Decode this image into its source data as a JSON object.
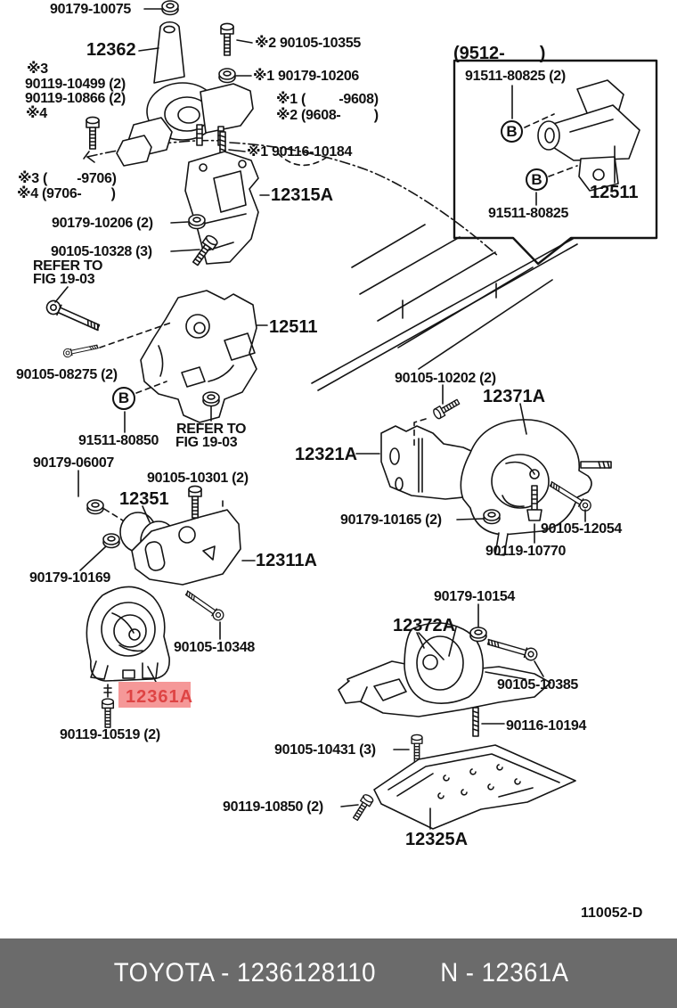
{
  "diagram": {
    "figure_code": "110052-D",
    "marker_b": "B",
    "colors": {
      "line": "#141414",
      "highlight_bg": "#F59898",
      "highlight_text": "#DE4444",
      "footer_bg": "#6B6B6B",
      "footer_text": "#FFFFFF"
    },
    "labels": [
      "90179-10075",
      "12362",
      "※3",
      "90119-10499 (2)",
      "90119-10866 (2)",
      "※4",
      "※2 90105-10355",
      "※1 90179-10206",
      "※1 (         -9608)",
      "※2 (9608-         )",
      "※1 90116-10184",
      "※3 (        -9706)",
      "※4 (9706-        )",
      "12315A",
      "90179-10206 (2)",
      "90105-10328 (3)",
      "REFER TO",
      "FIG 19-03",
      "12511",
      "90105-08275 (2)",
      "91511-80850",
      "REFER TO",
      "FIG 19-03",
      "90179-06007",
      "90105-10301 (2)",
      "12351",
      "90179-10169",
      "12311A",
      "90105-10348",
      "12361A",
      "90119-10519 (2)",
      "(9512-       )",
      "91511-80825 (2)",
      "12511",
      "91511-80825",
      "90105-10202 (2)",
      "12371A",
      "12321A",
      "90179-10165 (2)",
      "90105-12054",
      "90119-10770",
      "90179-10154",
      "12372A",
      "90105-10385",
      "90116-10194",
      "90105-10431 (3)",
      "90119-10850 (2)",
      "12325A"
    ]
  },
  "footer": {
    "brand_part": "TOYOTA - 1236128110",
    "part_ref": "N - 12361A"
  }
}
